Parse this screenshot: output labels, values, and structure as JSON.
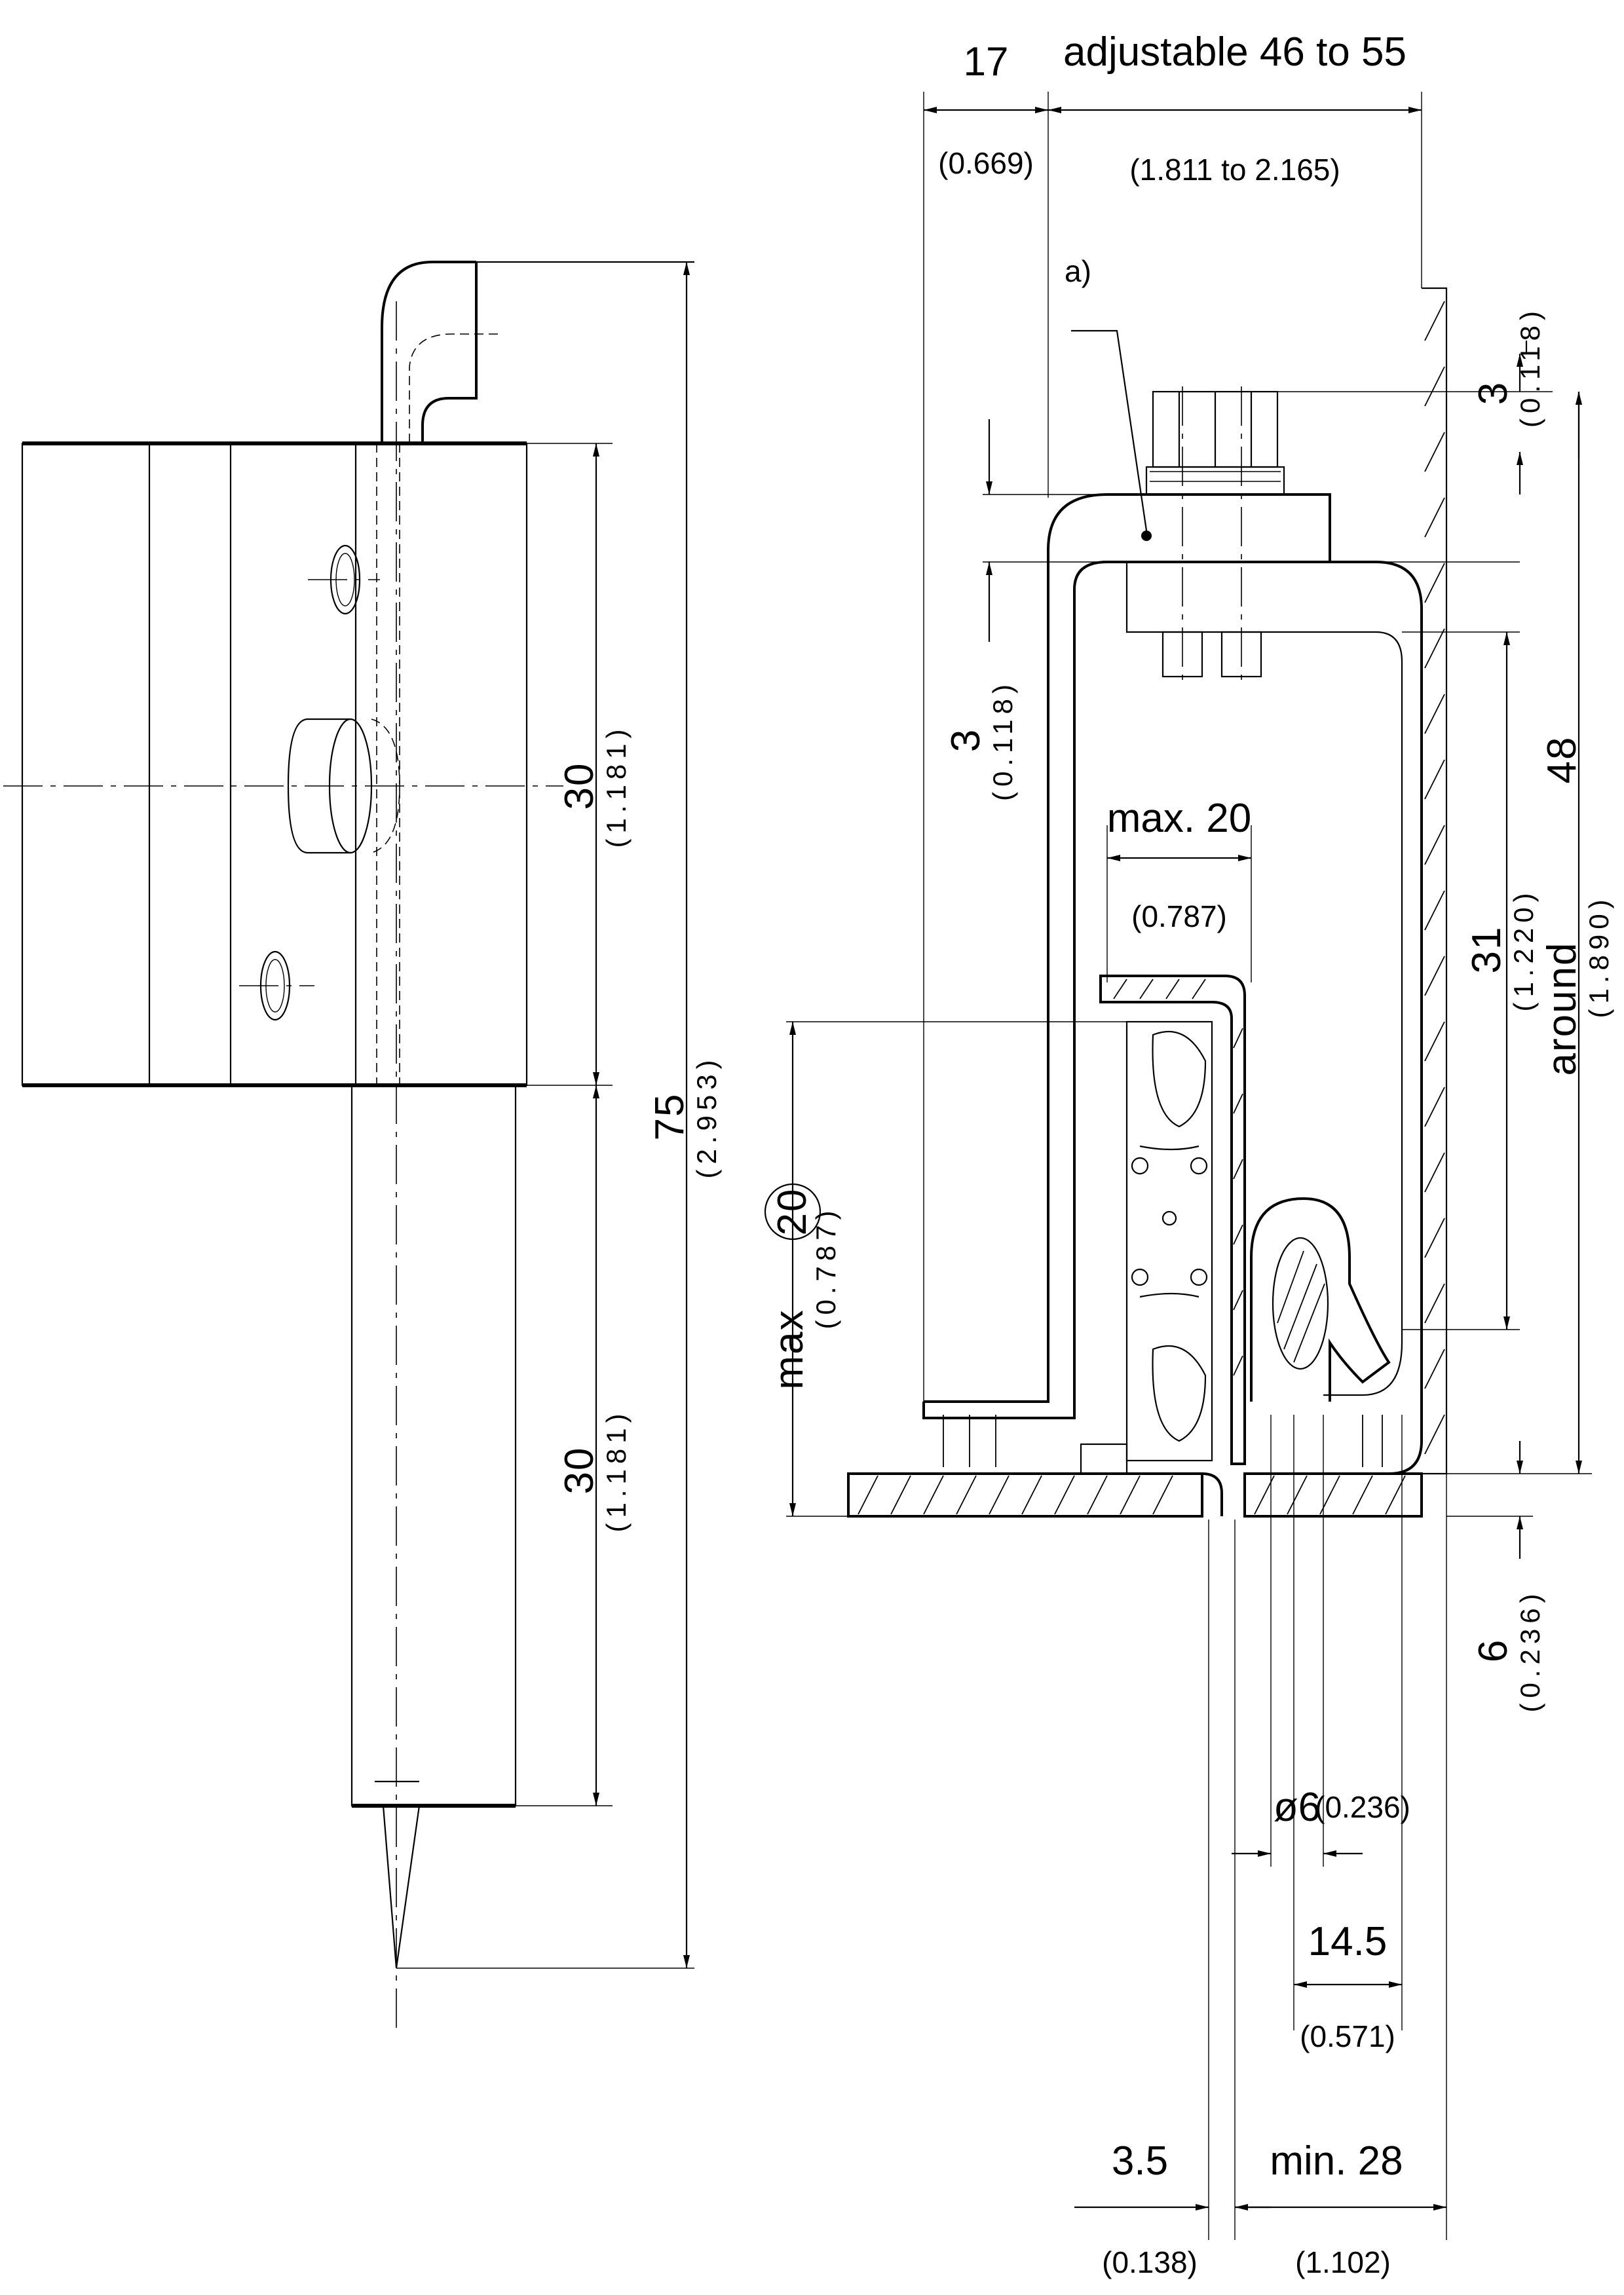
{
  "dims": {
    "d17": "17",
    "d17_in": "(0.669)",
    "adj": "adjustable  46  to  55",
    "adj_in": "(1.811  to  2.165)",
    "note_a": "a)",
    "d3_top": "3",
    "d3_top_in": "(0.118)",
    "d3_left": "3",
    "d3_left_in": "(0.118)",
    "max20": "max. 20",
    "max20_in": "(0.787)",
    "d31": "31",
    "d31_in": "(1.220)",
    "around48_a": "around",
    "around48_b": "48",
    "around48_in": "(1.890)",
    "max20b_a": "max",
    "max20b_b": "20",
    "max20b_in": "(0.787)",
    "d6": "6",
    "d6_in": "(0.236)",
    "phi6": "ø6",
    "phi6_in": "(0.236)",
    "d14": "14.5",
    "d14_in": "(0.571)",
    "d35": "3.5",
    "d35_in": "(0.138)",
    "min28": "min.  28",
    "min28_in": "(1.102)",
    "d30a": "30",
    "d30a_in": "(1.181)",
    "d75": "75",
    "d75_in": "(2.953)",
    "d30b": "30",
    "d30b_in": "(1.181)"
  }
}
